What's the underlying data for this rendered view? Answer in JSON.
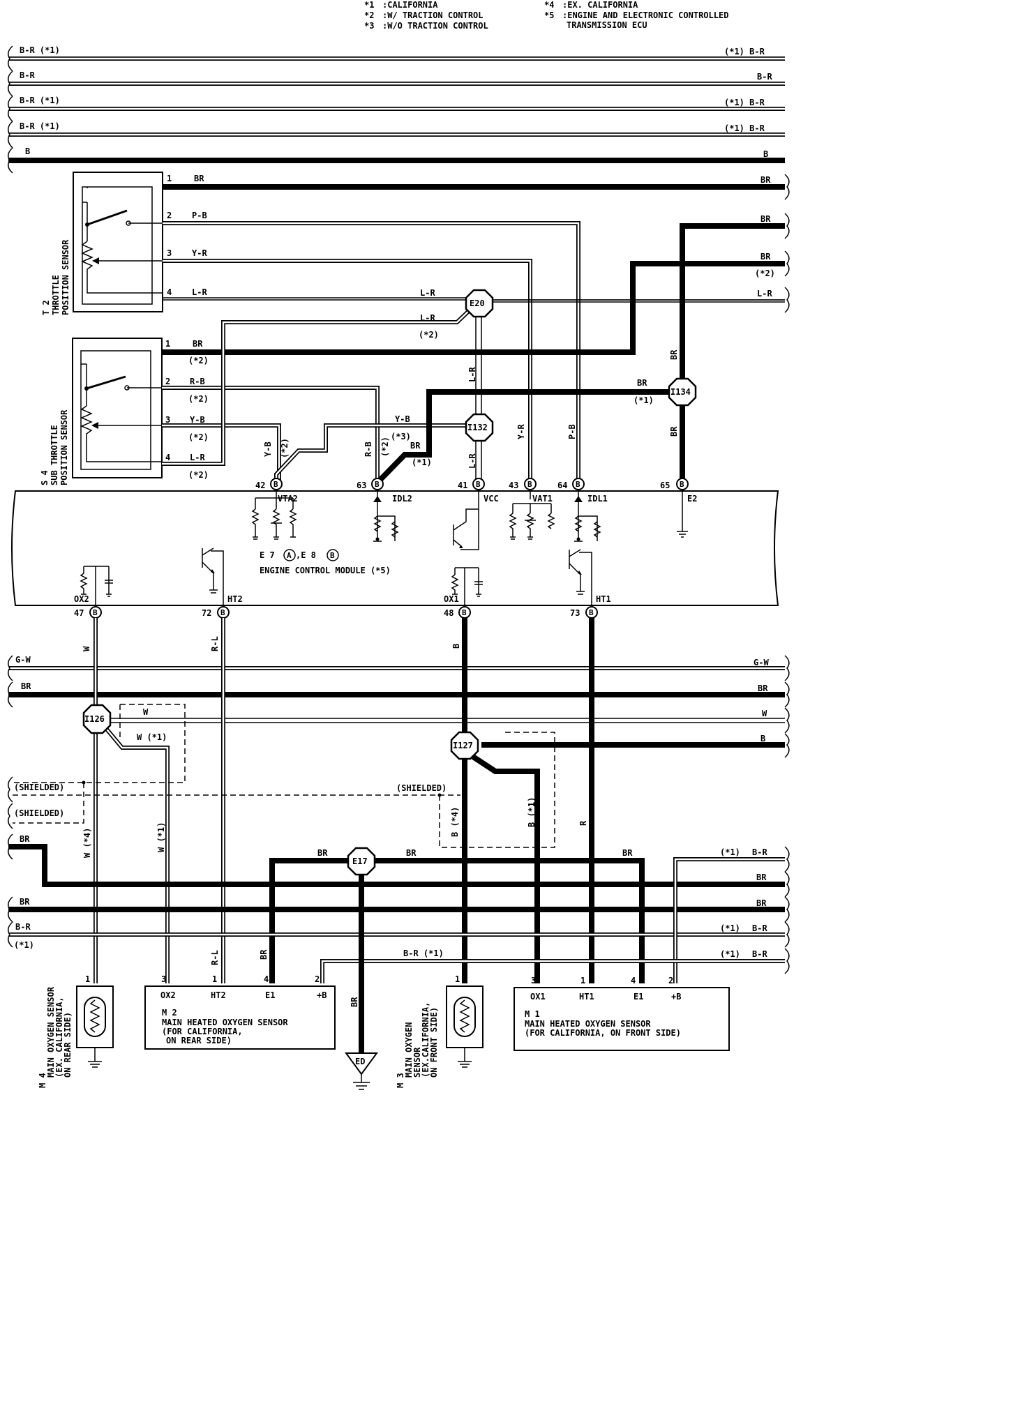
{
  "legend": [
    {
      "key": "*1",
      "text": ":CALIFORNIA"
    },
    {
      "key": "*2",
      "text": ":W/ TRACTION CONTROL"
    },
    {
      "key": "*3",
      "text": ":W/O TRACTION CONTROL"
    },
    {
      "key": "*4",
      "text": ":EX. CALIFORNIA"
    },
    {
      "key": "*5",
      "text": ":ENGINE AND ELECTRONIC CONTROLLED"
    },
    {
      "key": "",
      "text": "TRANSMISSION ECU"
    }
  ],
  "top_bus": [
    {
      "left": "B-R (*1)",
      "right": "(*1) B-R"
    },
    {
      "left": "B-R",
      "right": "B-R"
    },
    {
      "left": "B-R (*1)",
      "right": "(*1) B-R"
    },
    {
      "left": "B-R (*1)",
      "right": "(*1) B-R"
    },
    {
      "left": "B",
      "right": "B"
    }
  ],
  "tps": {
    "code": "T 2",
    "name1": "THROTTLE",
    "name2": "POSITION SENSOR",
    "pins": [
      "1",
      "2",
      "3",
      "4"
    ],
    "wires": [
      "BR",
      "P-B",
      "Y-R",
      "L-R"
    ]
  },
  "sub_tps": {
    "code": "S 4",
    "name1": "SUB THROTTLE",
    "name2": "POSITION SENSOR",
    "pins": [
      "1",
      "2",
      "3",
      "4"
    ],
    "wires": [
      "BR",
      "R-B",
      "Y-B",
      "L-R"
    ],
    "notes": [
      "(*2)",
      "(*2)",
      "(*2)",
      "(*2)"
    ]
  },
  "right_side": {
    "br1": "BR",
    "br2": "BR",
    "br2_note": "(*2)",
    "lr": "L-R",
    "br_upper": "BR",
    "lr_bus": "L-R"
  },
  "junctions": {
    "e20": "E20",
    "i132": "I132",
    "i134": "I134",
    "i126": "I126",
    "i127": "I127",
    "e17": "E17",
    "ed": "ED"
  },
  "mid_labels": {
    "lr_e20": "L-R",
    "lr_e20b": "L-R",
    "star2": "(*2)",
    "lr_vert": "L-R",
    "lr_vert2": "L-R",
    "yb": "Y-B",
    "yb_star3": "(*3)",
    "br_star1": "BR",
    "star1": "(*1)",
    "yb_vert": "Y-B",
    "yb_vert_note": "(*2)",
    "rb_vert": "R-B",
    "rb_vert_note": "(*2)",
    "yr_vert": "Y-R",
    "pb_vert": "P-B",
    "br_i134": "BR",
    "br_i134_note": "(*1)",
    "br_vert_a": "BR",
    "br_vert_b": "BR"
  },
  "ecm": {
    "top_pins": [
      "42",
      "63",
      "41",
      "43",
      "64",
      "65"
    ],
    "top_names": [
      "VTA2",
      "IDL2",
      "VCC",
      "VAT1",
      "IDL1",
      "E2"
    ],
    "conn_letter": "B",
    "title1": "E 7",
    "title_a": "A",
    "title_b": "B",
    "title_sep": ",E 8",
    "title2": "ENGINE CONTROL MODULE (*5)",
    "bottom_pins": [
      "47",
      "72",
      "48",
      "73"
    ],
    "bottom_names": [
      "OX2",
      "HT2",
      "OX1",
      "HT1"
    ]
  },
  "lower": {
    "w_vert": "W",
    "rl_vert": "R-L",
    "b_vert": "B",
    "r_vert": "R",
    "gw_left": "G-W",
    "gw_right": "G-W",
    "br_left": "BR",
    "br_right": "BR",
    "w_right": "W",
    "b_right": "B",
    "w_box": "W",
    "w_star1": "W (*1)",
    "shielded1": "(SHIELDED)",
    "shielded2": "(SHIELDED)",
    "shielded3": "(SHIELDED)",
    "w_star4": "W (*4)",
    "w_star1_vert": "W (*1)",
    "b_star4": "B (*4)",
    "b_star1": "B (*1)",
    "br_left2": "BR",
    "br_e17_l": "BR",
    "br_e17_r": "BR",
    "br_e17_rr": "BR",
    "br_left3": "BR",
    "br_r1_note": "(*1)",
    "br_r1": "B-R",
    "br_r2": "BR",
    "br_r3": "BR",
    "br_r4_note": "(*1)",
    "br_r4": "B-R",
    "br_left4": "B-R",
    "br_left4_note": "(*1)",
    "rl_low": "R-L",
    "br_low": "BR",
    "br_star1_low": "B-R (*1)",
    "br_r5_note": "(*1)",
    "br_r5": "B-R",
    "br_ed": "BR"
  },
  "m4": {
    "code": "M 4",
    "line1": "MAIN OXYGEN SENSOR",
    "line2": "(EX. CALIFORNIA,",
    "line3": "ON REAR SIDE)",
    "pin": "1"
  },
  "m2": {
    "pins": [
      "3",
      "1",
      "4",
      "2"
    ],
    "pin_names": [
      "OX2",
      "HT2",
      "E1",
      "+B"
    ],
    "code": "M 2",
    "line1": "MAIN HEATED OXYGEN SENSOR",
    "line2": "(FOR CALIFORNIA,",
    "line3": "ON REAR SIDE)"
  },
  "m3": {
    "code": "M 3",
    "line1": "MAIN OXYGEN",
    "line2": "SENSOR",
    "line3": "(EX.CALIFORNIA,",
    "line4": "ON FRONT SIDE)",
    "pin": "1"
  },
  "m1": {
    "pins": [
      "3",
      "1",
      "4",
      "2"
    ],
    "pin_names": [
      "OX1",
      "HT1",
      "E1",
      "+B"
    ],
    "code": "M 1",
    "line1": "MAIN HEATED OXYGEN SENSOR",
    "line2": "(FOR CALIFORNIA, ON FRONT SIDE)"
  }
}
